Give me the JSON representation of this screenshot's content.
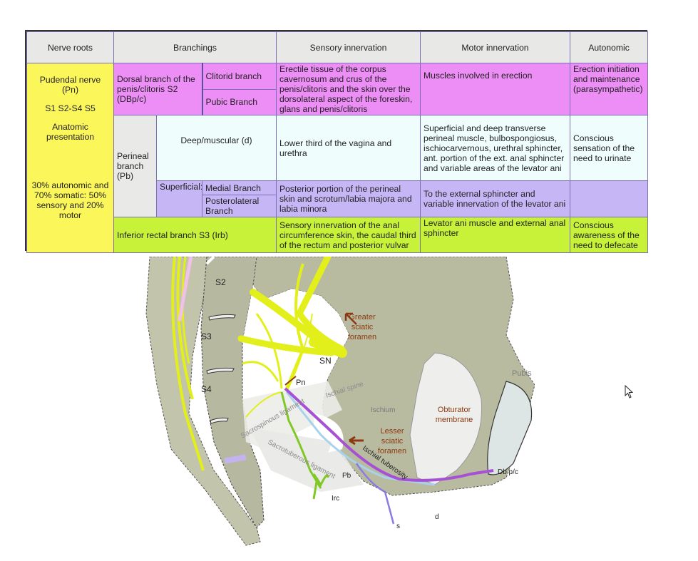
{
  "table": {
    "headers": {
      "nerve_roots": "Nerve roots",
      "branchings": "Branchings",
      "sensory": "Sensory innervation",
      "motor": "Motor innervation",
      "autonomic": "Autonomic"
    },
    "root": {
      "name": "Pudendal nerve",
      "abbr": "(Pn)",
      "segments": "S1 S2-S4 S5",
      "anatomic_1": "Anatomic",
      "anatomic_2": "presentation",
      "composition": "30% autonomic and 70% somatic: 50% sensory and 20% motor"
    },
    "rows": {
      "dorsal": {
        "branch": "Dorsal branch of the penis/clitoris S2 (DBp/c)",
        "sub1": "Clitorid branch",
        "sub2": "Pubic Branch",
        "sensory": "Erectile tissue of the corpus cavernosum and crus of the penis/clitoris and the skin over the dorsolateral aspect of the foreskin, glans and penis/clitoris",
        "motor": "Muscles involved in erection",
        "autonomic": "Erection initiation and maintenance (parasympathetic)"
      },
      "perineal": {
        "branch": "Perineal branch (Pb)",
        "deep": "Deep/muscular (d)",
        "deep_sensory": "Lower third of the vagina and urethra",
        "deep_motor": "Superficial and deep transverse perineal muscle, bulbospongiosus, ischiocarvernous, urethral sphincter, ant. portion of the ext. anal sphincter and variable areas of the levator ani",
        "deep_autonomic": "Conscious sensation of the need to urinate",
        "superficial": "Superficial:",
        "medial": "Medial Branch",
        "posterolateral": "Posterolateral Branch",
        "sup_sensory": "Posterior portion of the perineal skin and scrotum/labia majora and labia minora",
        "sup_motor": "To the external sphincter and variable innervation of the levator ani",
        "sup_autonomic": ""
      },
      "rectal": {
        "branch": "Inferior rectal branch S3 (Irb)",
        "sensory": "Sensory innervation of the anal circumference skin, the caudal third of the rectum and posterior vulvar",
        "motor": "Levator ani muscle and external anal sphincter",
        "autonomic": "Conscious awareness of the need to defecate"
      }
    },
    "colors": {
      "root": "#fbf659",
      "dorsal": "#ed8ef6",
      "perineal_deep": "#effefd",
      "perineal_superficial": "#c7b6f6",
      "rectal": "#c8f23a",
      "header": "#e8e8e6"
    }
  },
  "illustration": {
    "labels": {
      "s2": "S2",
      "s3": "S3",
      "s4": "S4",
      "sn": "SN",
      "pn": "Pn",
      "greater_1": "Greater",
      "greater_2": "sciatic",
      "greater_3": "foramen",
      "ischial_spine": "Ischial spine",
      "ischium": "Ischium",
      "obturator_1": "Obturator",
      "obturator_2": "membrane",
      "pubis": "Pubis",
      "lesser_1": "Lesser",
      "lesser_2": "sciatic",
      "lesser_3": "foramen",
      "sacrospinous": "Sacrospinous ligament",
      "sacrotuberous": "Sacrotuberous ligament",
      "ischial_tuberosity": "Ischial tuberosity",
      "pb": "Pb",
      "irc": "Irc",
      "s": "s",
      "d": "d",
      "dbpc": "Db p/c"
    },
    "colors": {
      "bone": "#b9bba1",
      "nerve_yellow": "#e2ef1a",
      "dorsal_purple": "#a650d6",
      "deep_blue": "#a8d2ec",
      "superficial_violet": "#8c7ce0",
      "rectal_green": "#80c825",
      "foramen_label": "#8a3a12"
    }
  }
}
